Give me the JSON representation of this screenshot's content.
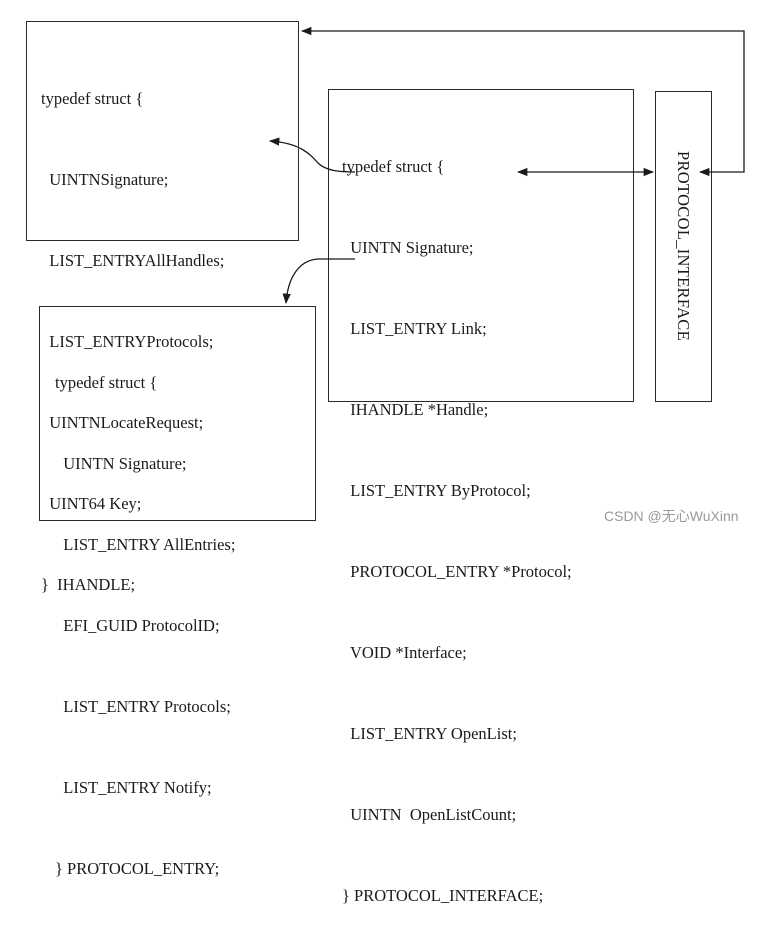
{
  "ihandle_struct": {
    "lines": [
      "typedef struct {",
      "  UINTNSignature;",
      "  LIST_ENTRYAllHandles;",
      "  LIST_ENTRYProtocols;",
      "  UINTNLocateRequest;",
      "  UINT64 Key;",
      "}  IHANDLE;"
    ]
  },
  "protocol_interface_struct": {
    "lines": [
      "typedef struct {",
      "  UINTN Signature;",
      "  LIST_ENTRY Link;",
      "  IHANDLE *Handle;",
      "  LIST_ENTRY ByProtocol;",
      "  PROTOCOL_ENTRY *Protocol;",
      "  VOID *Interface;",
      "  LIST_ENTRY OpenList;",
      "  UINTN  OpenListCount;",
      "} PROTOCOL_INTERFACE;"
    ]
  },
  "protocol_entry_struct": {
    "lines": [
      "typedef struct {",
      "  UINTN Signature;",
      "  LIST_ENTRY AllEntries;",
      "  EFI_GUID ProtocolID;",
      "  LIST_ENTRY Protocols;",
      "  LIST_ENTRY Notify;",
      "} PROTOCOL_ENTRY;"
    ]
  },
  "vertical_label": "PROTOCOL_INTERFACE",
  "watermark": "CSDN @无心WuXinn"
}
